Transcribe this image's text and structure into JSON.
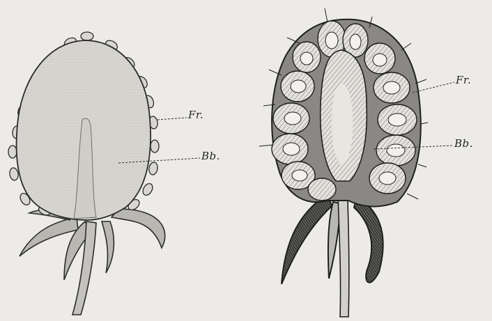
{
  "figure": {
    "left_specimen": {
      "labels": {
        "fruit": "Fr.",
        "receptacle": "Bb."
      }
    },
    "right_specimen": {
      "labels": {
        "fruit": "Fr.",
        "receptacle": "Bb."
      }
    }
  }
}
